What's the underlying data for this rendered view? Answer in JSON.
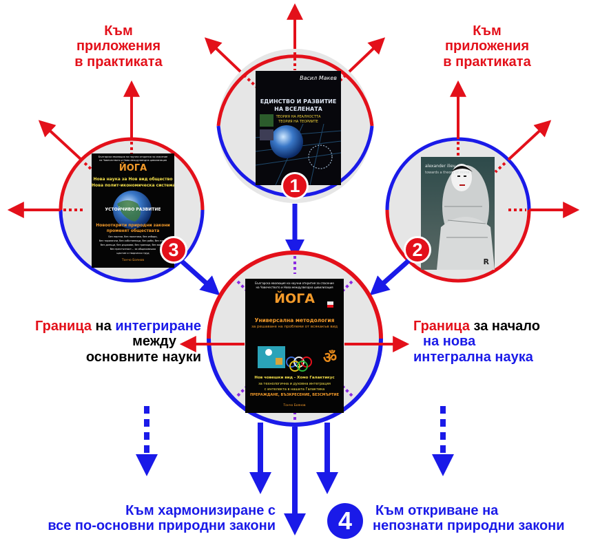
{
  "labels": {
    "apps_left": {
      "line1": "Към",
      "line2": "приложения",
      "line3": "в практиката"
    },
    "apps_right": {
      "line1": "Към",
      "line2": "приложения",
      "line3": "в практиката"
    },
    "left_boundary": {
      "w1": "Граница",
      "w2": " на ",
      "w3": "интегриране",
      "line2": "между",
      "line3": "основните науки"
    },
    "right_boundary": {
      "w1": "Граница",
      "w2": " за начало",
      "line2": "на нова",
      "line3": "интегрална наука"
    },
    "bottom_left": {
      "line1": "Към хармонизиране с",
      "line2": "все по-основни природни закони"
    },
    "bottom_right": {
      "line1": "Към откриване на",
      "line2": "непознати природни закони"
    }
  },
  "badges": {
    "b1": "1",
    "b2": "2",
    "b3": "3",
    "b4": "4"
  },
  "books": {
    "book1": {
      "author": "Васил Макев",
      "title1": "ЕДИНСТВО И РАЗВИТИЕ",
      "title2": "НА ВСЕЛЕНАТА",
      "sub1": "ТЕОРИЯ НА РЕАЛНОСТТА",
      "sub2": "ТЕОРИЯ НА ТЕОРИИТЕ"
    },
    "book2": {
      "author": "alexander iliev",
      "title": "towards a theory of mime"
    },
    "book3": {
      "hdr1": "Българска еволюция на научни открития за спасение",
      "hdr2": "на Човечеството и Нова междузвездна цивилизация",
      "yoga": "ЙОГА",
      "l1": "Нова наука за Нов вид общество",
      "l2": "Нова полит-икономическа система",
      "l3": "УСТОЙЧИВО РАЗВИТИЕ",
      "l4": "Новооткрити природни закони",
      "l5": "променят обществата",
      "l6": "Без партии, без политика, без избори,",
      "l7": "без тиранични, без собственици, без роби, без пари,",
      "l8": "без данъци, без държави, без граници, без войни,",
      "l9": "без престъпност... за общочовешко",
      "l10": "щастие и творчески труд",
      "author": "Тончо Боянов"
    },
    "book4": {
      "hdr1": "Българска еволюция на научни открития за спасение",
      "hdr2": "на Човечеството и Нова междузвездна цивилизация",
      "yoga": "ЙОГА",
      "l1": "Универсална методология",
      "l2": "за решаване на проблеми от всякакъв вид",
      "l3": "Нов човешки вид - Хомо Галактикус",
      "l4": "за технологична и духовна интеграция",
      "l5": "с интелекта в нашата Галактика",
      "l6": "ПРЕРАЖДАНЕ, ВЪЗКРЕСЕНИЕ, БЕЗСМЪРТИЕ",
      "author": "Тончо Боянов"
    }
  },
  "colors": {
    "red": "#e3101a",
    "blue": "#1a1ae8",
    "purple": "#8b2be2",
    "circle_fill": "#e6e6e6"
  }
}
